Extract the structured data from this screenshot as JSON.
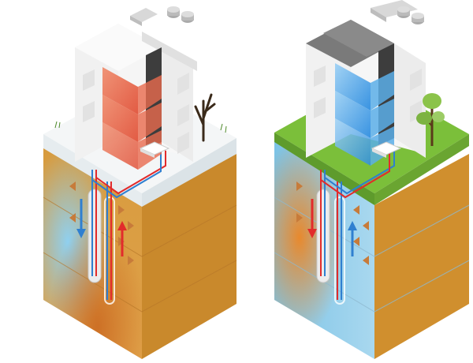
{
  "figure": {
    "panels": [
      {
        "id": "winter",
        "scene": "snow",
        "building_glow": "#e8553a",
        "ground_tint": "#d9912f",
        "accent_tint": "#7fc4e8",
        "tree": "bare-tree"
      },
      {
        "id": "summer",
        "scene": "grass",
        "building_glow": "#3a9be0",
        "ground_tint": "#d9912f",
        "accent_tint": "#7fc4e8",
        "tree": "leafy-tree"
      }
    ],
    "colors": {
      "hot_pipe": "#e22b2b",
      "cold_pipe": "#2f7fd0",
      "snow": "#f4f6f7",
      "grass": "#7bbf3a",
      "wall_light": "#f1f1f1",
      "wall_shade": "#d4d4d4",
      "wall_dark": "#3d3d3d",
      "soil_top": "#d9a64a",
      "soil_side": "#c98a2c",
      "arrow_flow": "#c77b3a"
    },
    "icons": [
      "building-icon",
      "roof-vent-icon",
      "heat-pump-icon",
      "borehole-probe-icon",
      "bare-tree-icon",
      "leafy-tree-icon",
      "flow-arrow-icon"
    ]
  }
}
